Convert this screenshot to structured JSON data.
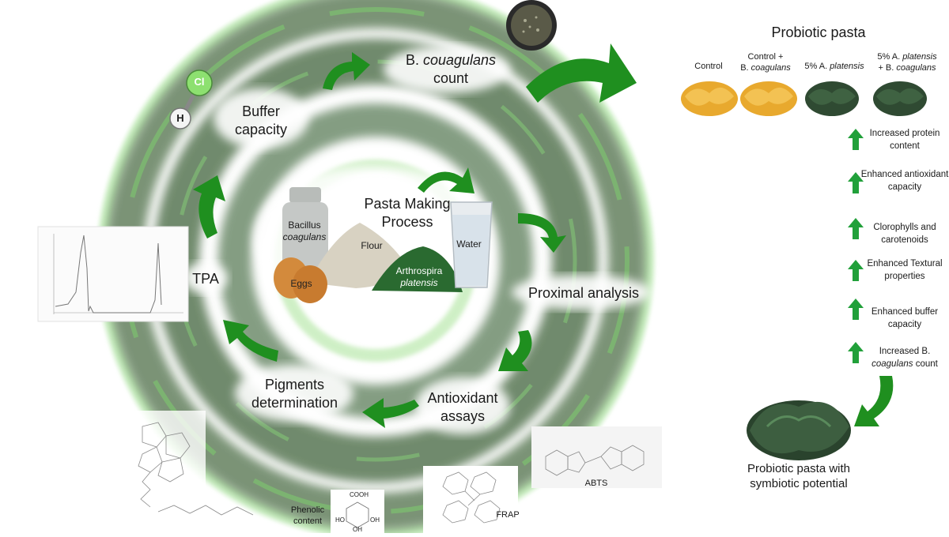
{
  "center": {
    "title": "Pasta Making Process",
    "ingredients": {
      "bacillus_line1": "Bacillus",
      "bacillus_line2": "coagulans",
      "flour": "Flour",
      "water": "Water",
      "eggs": "Eggs",
      "arthrospira_line1": "Arthrospira",
      "arthrospira_line2": "platensis"
    }
  },
  "analyses": {
    "b_count_prefix": "B.",
    "b_count_species": "couagulans",
    "b_count_suffix": "count",
    "buffer": "Buffer capacity",
    "tpa": "TPA",
    "proximal": "Proximal analysis",
    "antioxidant": "Antioxidant assays",
    "pigments": "Pigments determination"
  },
  "molecules": {
    "hcl_h": "H",
    "hcl_cl": "Cl",
    "abts": "ABTS",
    "frap": "FRAP",
    "phenolic": "Phenolic content",
    "gallic_cooh": "COOH",
    "gallic_ho1": "HO",
    "gallic_oh1": "OH",
    "gallic_oh2": "OH"
  },
  "probiotic_pasta": {
    "title": "Probiotic pasta",
    "samples": [
      {
        "label_1": "Control",
        "label_2": ""
      },
      {
        "label_1": "Control +",
        "label_2": "B. coagulans"
      },
      {
        "label_1": "5% A. platensis",
        "label_2": ""
      },
      {
        "label_1": "5% A. platensis",
        "label_2": "+ B. coagulans"
      }
    ]
  },
  "benefits": [
    "Increased protein content",
    "Enhanced antioxidant capacity",
    "Clorophylls and carotenoids",
    "Enhanced Textural properties",
    "Enhanced buffer capacity",
    "Increased B. coagulans count"
  ],
  "final": "Probiotic pasta with symbiotic potential",
  "colors": {
    "arrow_green": "#1f8f1f",
    "ring_dark": "#3d5c3a",
    "ring_light": "#8be07a",
    "pasta_yellow": "#e8a92e",
    "pasta_green": "#2f4a32"
  }
}
